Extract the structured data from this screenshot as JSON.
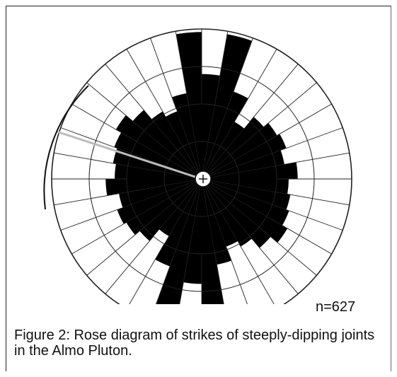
{
  "chart_data": {
    "type": "rose",
    "count_label": "n=627",
    "caption": "Figure 2: Rose diagram of strikes of steeply-dipping joints in the Almo Pluton.",
    "bin_width_deg": 10,
    "bin_starts_deg": [
      0,
      10,
      20,
      30,
      40,
      50,
      60,
      70,
      80,
      90,
      100,
      110,
      120,
      130,
      140,
      150,
      160,
      170,
      180,
      190,
      200,
      210,
      220,
      230,
      240,
      250,
      260,
      270,
      280,
      290,
      300,
      310,
      320,
      330,
      340,
      350
    ],
    "values": [
      0.7,
      0.98,
      0.62,
      0.44,
      0.54,
      0.58,
      0.6,
      0.56,
      0.64,
      0.58,
      0.6,
      0.62,
      0.66,
      0.6,
      0.52,
      0.48,
      0.58,
      0.98,
      0.7,
      0.98,
      0.62,
      0.44,
      0.54,
      0.58,
      0.6,
      0.56,
      0.64,
      0.58,
      0.6,
      0.62,
      0.66,
      0.6,
      0.52,
      0.48,
      0.58,
      0.98
    ],
    "max_value": 1.0,
    "colors": {
      "petal": "#000000",
      "rings": "#222222",
      "mean_line": "#bbbbbb"
    }
  }
}
